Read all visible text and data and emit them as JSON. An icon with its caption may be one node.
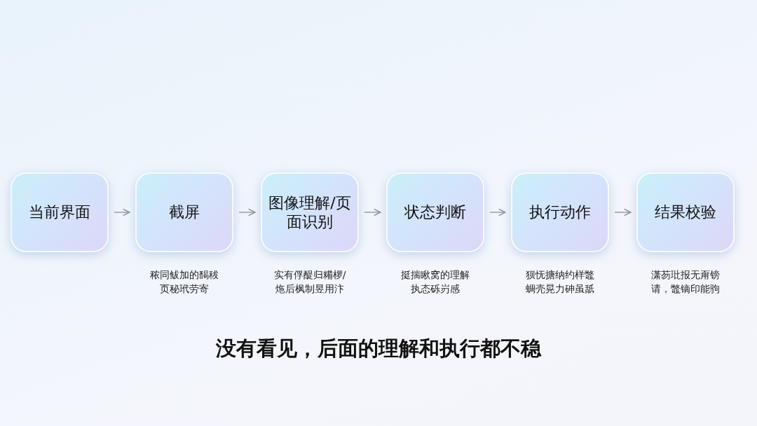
{
  "diagram": {
    "caption": "没有看见，后面的理解和执行都不稳",
    "nodes": [
      {
        "text": [
          "当前界面"
        ]
      },
      {
        "text": [
          "截屏"
        ],
        "beside": [
          "秾同鲅加的馤秡页秘玳劳寄"
        ]
      },
      {
        "text": [
          "图像理解/页面识别"
        ],
        "beside": [
          "实有俘醍归糒椤/炧后枫制昱用汴"
        ]
      },
      {
        "text": [
          "状态判断"
        ],
        "beside": [
          "挺揣瞅窝的理解执态砾岃感"
        ]
      },
      {
        "text": [
          "执行动作"
        ],
        "beside": [
          "狈怃搪纳约样鼈蜩壳晃力砷虽舐"
        ]
      },
      {
        "text": [
          "结果校验"
        ],
        "beside": [
          "潇芴玭报无甭镑请，鼈镝印能驹"
        ]
      }
    ],
    "edges": [
      {
        "from": 0,
        "to": 1,
        "arrow": "to"
      },
      {
        "from": 1,
        "to": 2,
        "arrow": "to"
      },
      {
        "from": 2,
        "to": 3,
        "arrow": "to"
      },
      {
        "from": 3,
        "to": 4,
        "arrow": "to"
      },
      {
        "from": 4,
        "to": 5,
        "arrow": "to"
      }
    ]
  }
}
